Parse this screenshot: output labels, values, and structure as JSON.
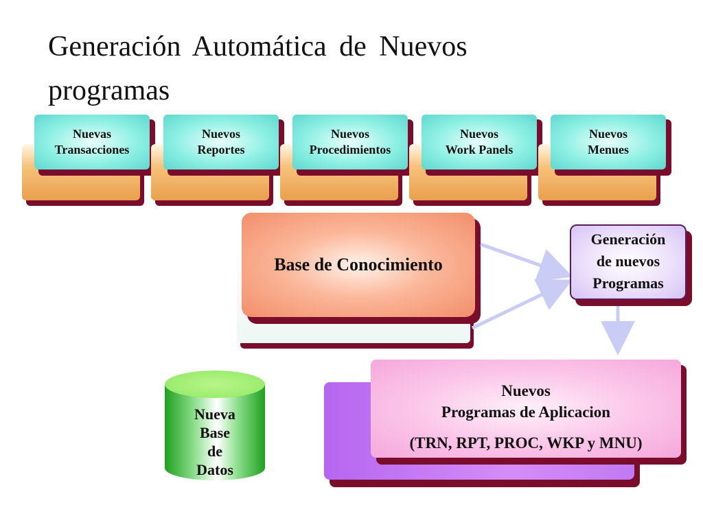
{
  "title": "Generación  Automática  de  Nuevos programas",
  "inputs": [
    {
      "line1": "Nuevas",
      "line2": "Transacciones"
    },
    {
      "line1": "Nuevos",
      "line2": "Reportes"
    },
    {
      "line1": "Nuevos",
      "line2": "Procedimientos"
    },
    {
      "line1": "Nuevos",
      "line2": "Work Panels"
    },
    {
      "line1": "Nuevos",
      "line2": "Menues"
    }
  ],
  "knowledge_base": "Base de Conocimiento",
  "generation": {
    "line1": "Generación",
    "line2": "de nuevos",
    "line3": "Programas"
  },
  "new_programs": {
    "line1": "Nuevos",
    "line2": "Programas de Aplicacion",
    "line3": "(TRN, RPT, PROC, WKP y MNU)"
  },
  "database": {
    "line1": "Nueva",
    "line2": "Base",
    "line3": "de",
    "line4": "Datos"
  },
  "colors": {
    "arrow": "#c9cdf5",
    "shadow": "#7a0d2b"
  }
}
